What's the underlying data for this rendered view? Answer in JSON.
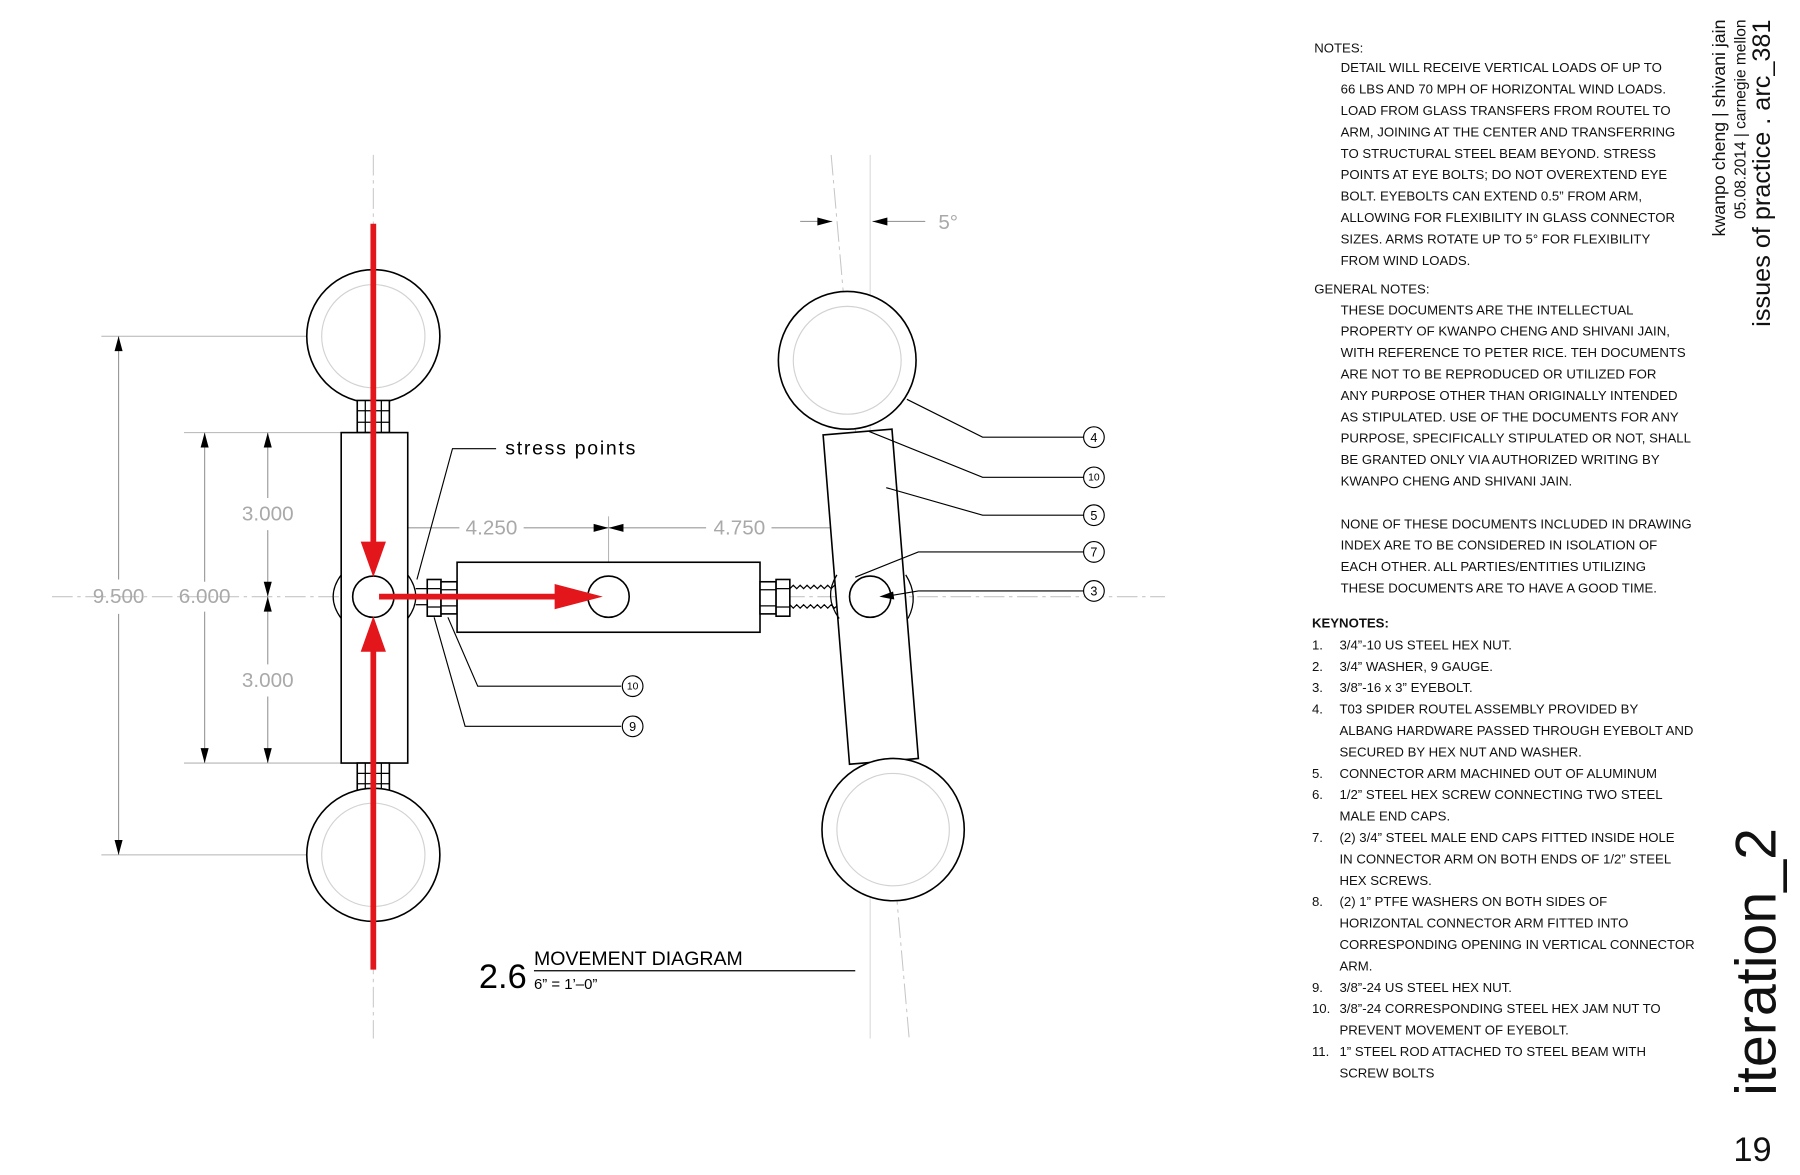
{
  "drawing": {
    "title_number": "2.6",
    "title": "MOVEMENT DIAGRAM",
    "scale": "6” = 1’–0”",
    "annotation": "stress points",
    "rotation_label": "5°",
    "dimensions": {
      "overall": "9.500",
      "arm": "6.000",
      "upper_half": "3.000",
      "lower_half": "3.000",
      "left_span": "4.250",
      "right_span": "4.750"
    },
    "callouts": [
      "4",
      "10",
      "5",
      "7",
      "3",
      "10",
      "9"
    ]
  },
  "notes": {
    "heading": "NOTES:",
    "lines": [
      "DETAIL WILL RECEIVE VERTICAL LOADS OF UP TO",
      "66 LBS AND 70 MPH OF HORIZONTAL WIND LOADS.",
      "LOAD FROM GLASS TRANSFERS FROM ROUTEL TO",
      "ARM, JOINING AT THE CENTER AND TRANSFERRING",
      "TO STRUCTURAL STEEL BEAM BEYOND. STRESS",
      "POINTS AT EYE BOLTS; DO NOT OVEREXTEND EYE",
      "BOLT. EYEBOLTS CAN EXTEND 0.5” FROM ARM,",
      "ALLOWING FOR FLEXIBILITY IN GLASS CONNECTOR",
      "SIZES. ARMS ROTATE UP TO 5° FOR FLEXIBILITY",
      "FROM WIND LOADS."
    ]
  },
  "general_notes": {
    "heading": "GENERAL NOTES:",
    "paragraphs": [
      [
        "THESE DOCUMENTS ARE THE INTELLECTUAL",
        "PROPERTY OF KWANPO CHENG AND SHIVANI JAIN,",
        "WITH REFERENCE TO PETER RICE. TEH DOCUMENTS",
        "ARE NOT TO BE REPRODUCED OR UTILIZED FOR",
        "ANY PURPOSE OTHER THAN ORIGINALLY INTENDED",
        "AS STIPULATED. USE OF THE DOCUMENTS FOR ANY",
        "PURPOSE, SPECIFICALLY STIPULATED OR NOT, SHALL",
        "BE GRANTED ONLY VIA AUTHORIZED WRITING BY",
        "KWANPO CHENG AND SHIVANI JAIN."
      ],
      [
        "NONE OF THESE DOCUMENTS INCLUDED IN DRAWING",
        "INDEX ARE TO BE CONSIDERED IN ISOLATION OF",
        "EACH OTHER. ALL PARTIES/ENTITIES UTILIZING",
        "THESE DOCUMENTS ARE TO HAVE A GOOD TIME."
      ]
    ]
  },
  "keynotes": {
    "heading": "KEYNOTES:",
    "items": [
      {
        "number": "1.",
        "lines": [
          "3/4”-10 US STEEL HEX NUT."
        ]
      },
      {
        "number": "2.",
        "lines": [
          "3/4” WASHER, 9 GAUGE."
        ]
      },
      {
        "number": "3.",
        "lines": [
          "3/8”-16 x 3” EYEBOLT."
        ]
      },
      {
        "number": "4.",
        "lines": [
          "T03 SPIDER ROUTEL ASSEMBLY PROVIDED BY",
          "ALBANG HARDWARE PASSED THROUGH EYEBOLT AND",
          "SECURED BY HEX NUT AND WASHER."
        ]
      },
      {
        "number": "5.",
        "lines": [
          "CONNECTOR ARM MACHINED OUT OF ALUMINUM"
        ]
      },
      {
        "number": "6.",
        "lines": [
          "1/2” STEEL HEX SCREW CONNECTING TWO STEEL",
          "MALE END CAPS."
        ]
      },
      {
        "number": "7.",
        "lines": [
          "(2) 3/4” STEEL MALE END CAPS FITTED INSIDE HOLE",
          "IN CONNECTOR ARM ON BOTH ENDS OF 1/2” STEEL",
          "HEX SCREWS."
        ]
      },
      {
        "number": "8.",
        "lines": [
          "(2) 1” PTFE WASHERS ON BOTH SIDES OF",
          "HORIZONTAL CONNECTOR ARM FITTED INTO",
          "CORRESPONDING OPENING IN VERTICAL CONNECTOR",
          "ARM."
        ]
      },
      {
        "number": "9.",
        "lines": [
          "3/8”-24 US STEEL HEX NUT."
        ]
      },
      {
        "number": "10.",
        "lines": [
          "3/8”-24 CORRESPONDING STEEL HEX JAM NUT TO",
          "PREVENT MOVEMENT OF EYEBOLT."
        ]
      },
      {
        "number": "11.",
        "lines": [
          "1” STEEL ROD ATTACHED TO STEEL BEAM WITH",
          "SCREW BOLTS"
        ]
      }
    ]
  },
  "title_block": {
    "authors": "kwanpo cheng | shivani jain",
    "date_school": "05.08.2014 | carnegie mellon",
    "course": "issues of practice . arc_381",
    "iteration": "iteration_2",
    "page": "19"
  },
  "colors": {
    "force_arrows": "#e3161c",
    "linework": "#000000",
    "dimensions": "#a9a9a9"
  }
}
